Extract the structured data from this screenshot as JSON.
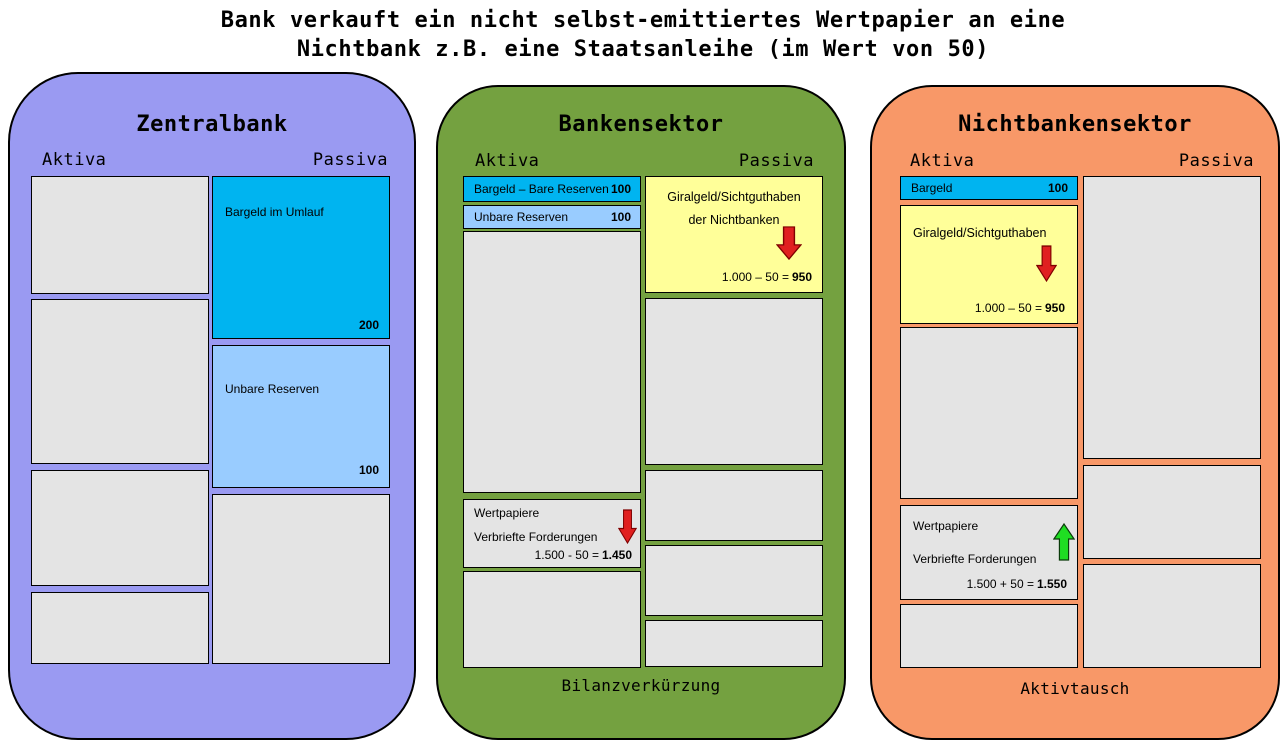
{
  "title": {
    "line1": "Bank verkauft ein nicht selbst-emittiertes Wertpapier an eine",
    "line2": "Nichtbank z.B. eine Staatsanleihe (im Wert von 50)"
  },
  "colors": {
    "purple": "#9A9AF2",
    "green": "#74A140",
    "orange": "#F89868",
    "cyan": "#00B4F0",
    "lightblue": "#99CCFF",
    "yellow": "#FFFF99",
    "gray": "#E4E4E4",
    "arrow_red": "#E02020",
    "arrow_red_outline": "#7F0000",
    "arrow_green": "#1FDD22",
    "arrow_green_outline": "#0B3B0B"
  },
  "icons": {
    "red_down_arrow": "block-arrow-down",
    "green_up_arrow": "block-arrow-up"
  },
  "zentralbank": {
    "title": "Zentralbank",
    "aktiva": "Aktiva",
    "passiva": "Passiva",
    "bargeld_im_umlauf": {
      "label": "Bargeld im Umlauf",
      "value": "200"
    },
    "unbare_reserven": {
      "label": "Unbare Reserven",
      "value": "100"
    }
  },
  "bankensektor": {
    "title": "Bankensektor",
    "aktiva": "Aktiva",
    "passiva": "Passiva",
    "bare_reserven": {
      "label": "Bargeld – Bare Reserven",
      "value": "100"
    },
    "unbare_reserven": {
      "label": "Unbare Reserven",
      "value": "100"
    },
    "giralgeld": {
      "line1": "Giralgeld/Sichtguthaben",
      "line2": "der Nichtbanken",
      "equation": "1.000 – 50 =",
      "result": "950"
    },
    "wertpapiere": {
      "line1": "Wertpapiere",
      "line2": "Verbriefte Forderungen",
      "equation": "1.500 - 50 =",
      "result": "1.450"
    },
    "footer": "Bilanzverkürzung"
  },
  "nichtbankensektor": {
    "title": "Nichtbankensektor",
    "aktiva": "Aktiva",
    "passiva": "Passiva",
    "bargeld": {
      "label": "Bargeld",
      "value": "100"
    },
    "giralgeld": {
      "label": "Giralgeld/Sichtguthaben",
      "equation": "1.000 – 50 =",
      "result": "950"
    },
    "wertpapiere": {
      "line1": "Wertpapiere",
      "line2": "Verbriefte Forderungen",
      "equation": "1.500 + 50 =",
      "result": "1.550"
    },
    "footer": "Aktivtausch"
  }
}
